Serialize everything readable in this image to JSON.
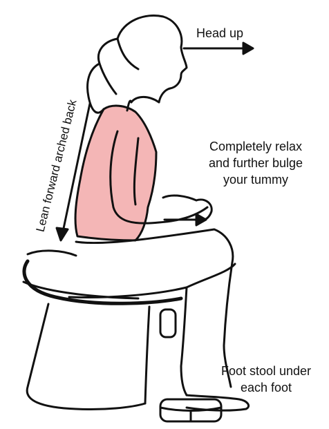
{
  "labels": {
    "head_up": "Head up",
    "relax_lines": [
      "Completely relax",
      "and further bulge",
      "your tummy"
    ],
    "stool_lines": [
      "Foot stool under",
      "each foot"
    ],
    "lean": "Lean forward arched back"
  },
  "colors": {
    "line": "#111111",
    "top_fill": "#f4b6b6",
    "background": "#ffffff"
  }
}
